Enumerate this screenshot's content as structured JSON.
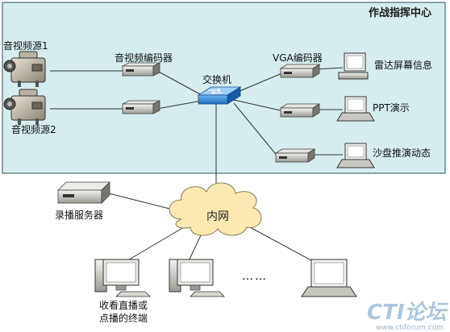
{
  "command_center": {
    "title": "作战指挥中心"
  },
  "sources": [
    {
      "label": "音视频源1"
    },
    {
      "label": "音视频源2"
    }
  ],
  "encoder": {
    "label": "音视频编码器"
  },
  "switch": {
    "label": "交换机"
  },
  "vga_encoder": {
    "label": "VGA编码器"
  },
  "outputs": [
    {
      "label": "雷达屏幕信息"
    },
    {
      "label": "PPT演示"
    },
    {
      "label": "沙盘推演动态"
    }
  ],
  "recording_server": {
    "label": "录播服务器"
  },
  "intranet": {
    "label": "内网"
  },
  "terminals": {
    "label_line1": "收看直播或",
    "label_line2": "点播的终端",
    "ellipsis": "……"
  },
  "watermark": {
    "brand": "CTI论坛",
    "url": "www.ctiforum.com"
  },
  "colors": {
    "panel_fill": "#d6ecee",
    "panel_border": "#4a6a70",
    "cloud_fill": "#fde9b2",
    "switch_blue": "#3b8ad8"
  }
}
